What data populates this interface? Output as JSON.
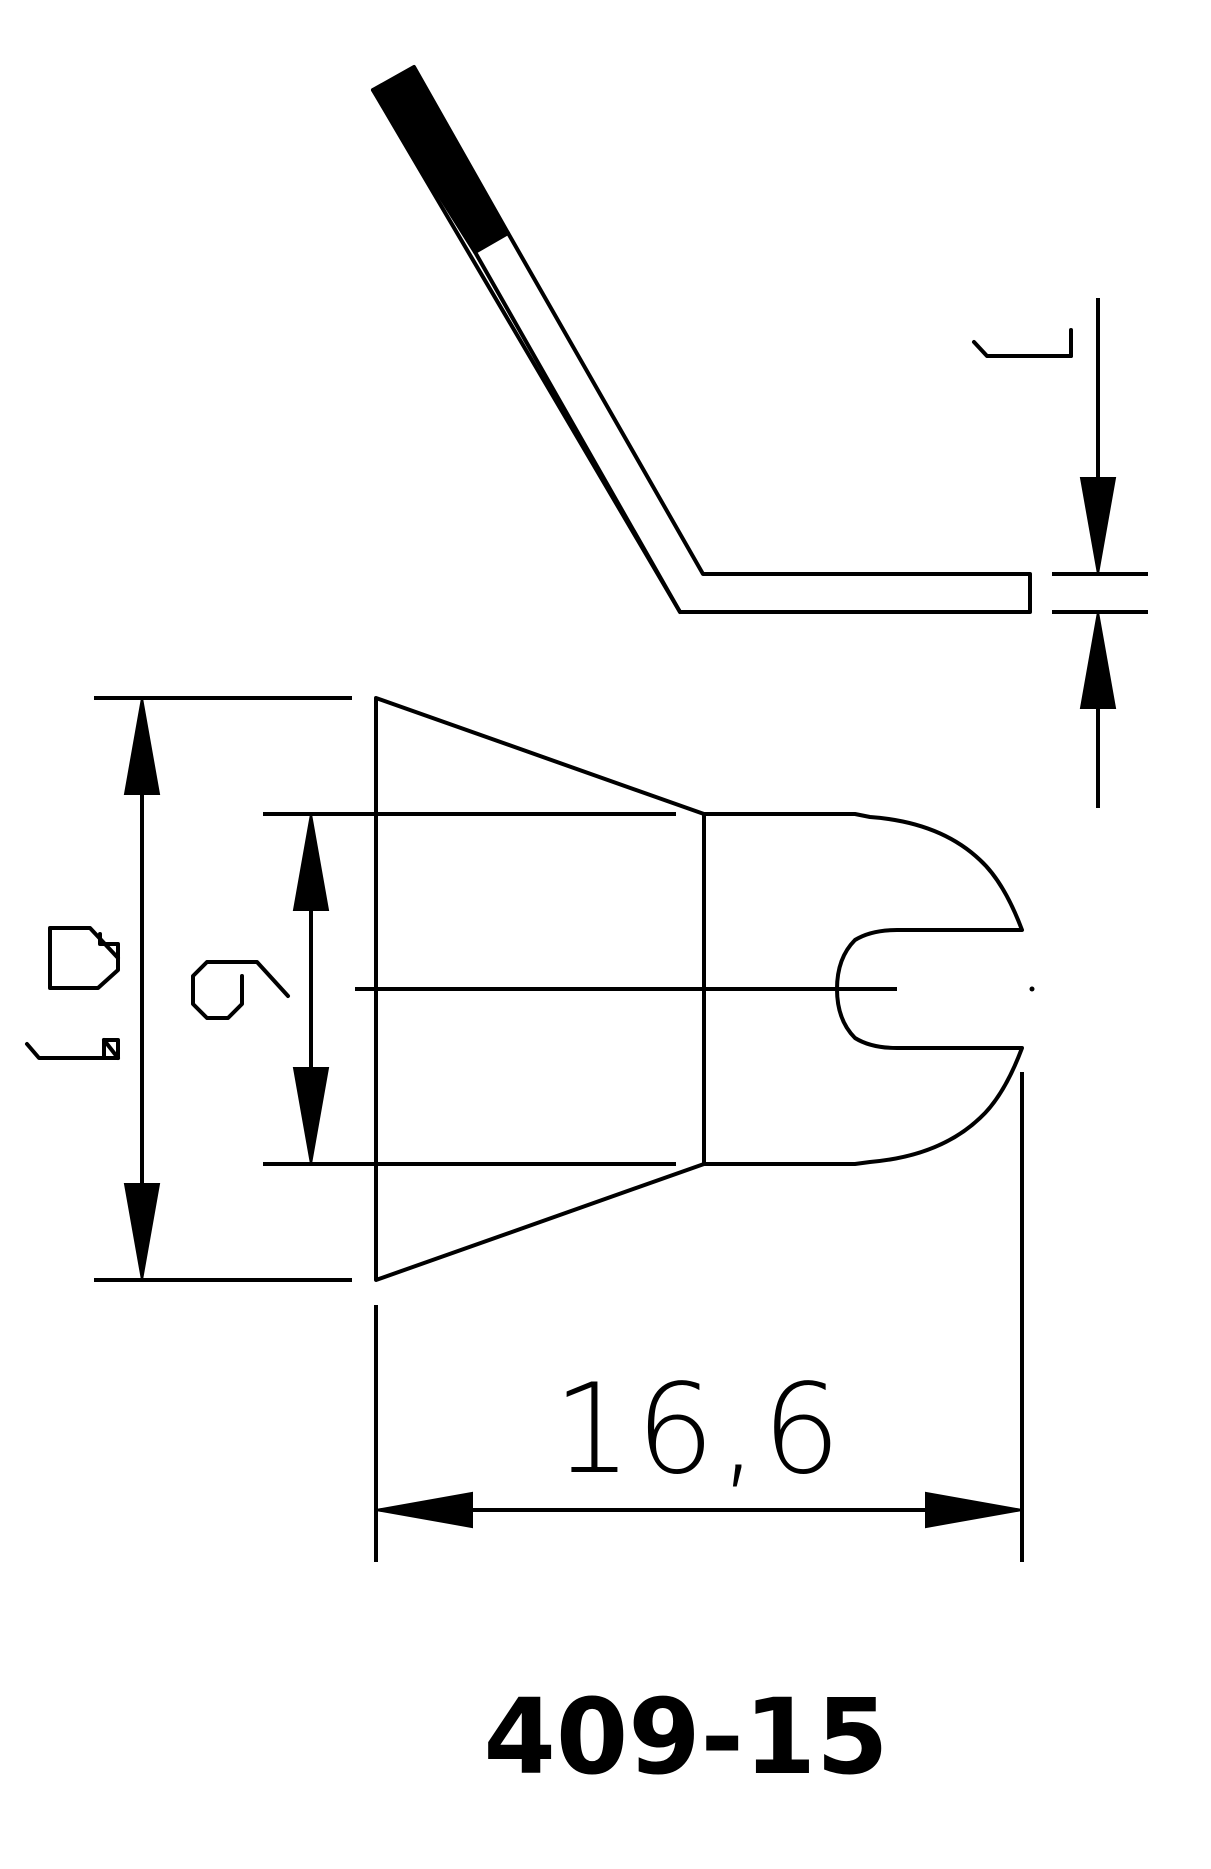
{
  "drawing": {
    "part_number": "409-15",
    "dimensions": {
      "thickness": "1",
      "outer_height": "15",
      "inner_height": "9",
      "overall_length": "16,6"
    }
  }
}
